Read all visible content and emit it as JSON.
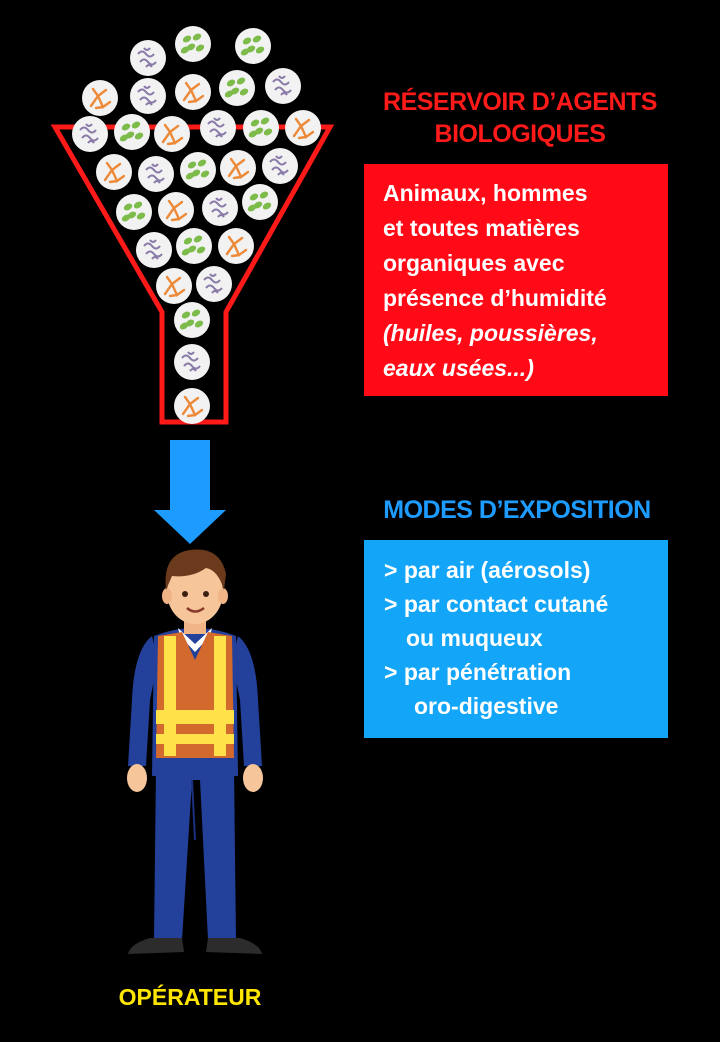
{
  "reservoir": {
    "title_line1": "RÉSERVOIR D’AGENTS",
    "title_line2": "BIOLOGIQUES",
    "desc_line1": "Animaux, hommes",
    "desc_line2": "et toutes matières",
    "desc_line3": "organiques avec",
    "desc_line4": "présence d’humidité",
    "desc_line5": "(huiles, poussières,",
    "desc_line6": "eaux usées...)"
  },
  "exposure": {
    "title": "MODES D’EXPOSITION",
    "item1": "> par air (aérosols)",
    "item2": "> par contact cutané",
    "item2b": "ou muqueux",
    "item3": "> par pénétration",
    "item3b": "oro-digestive"
  },
  "operator": {
    "label": "OPÉRATEUR"
  },
  "colors": {
    "red": "#ff0a16",
    "blue": "#13a5f8",
    "yellow": "#ffe600",
    "arrow": "#1e9bff"
  },
  "icons": [
    "funnel-icon",
    "microbe-icon",
    "down-arrow-icon",
    "worker-icon"
  ]
}
